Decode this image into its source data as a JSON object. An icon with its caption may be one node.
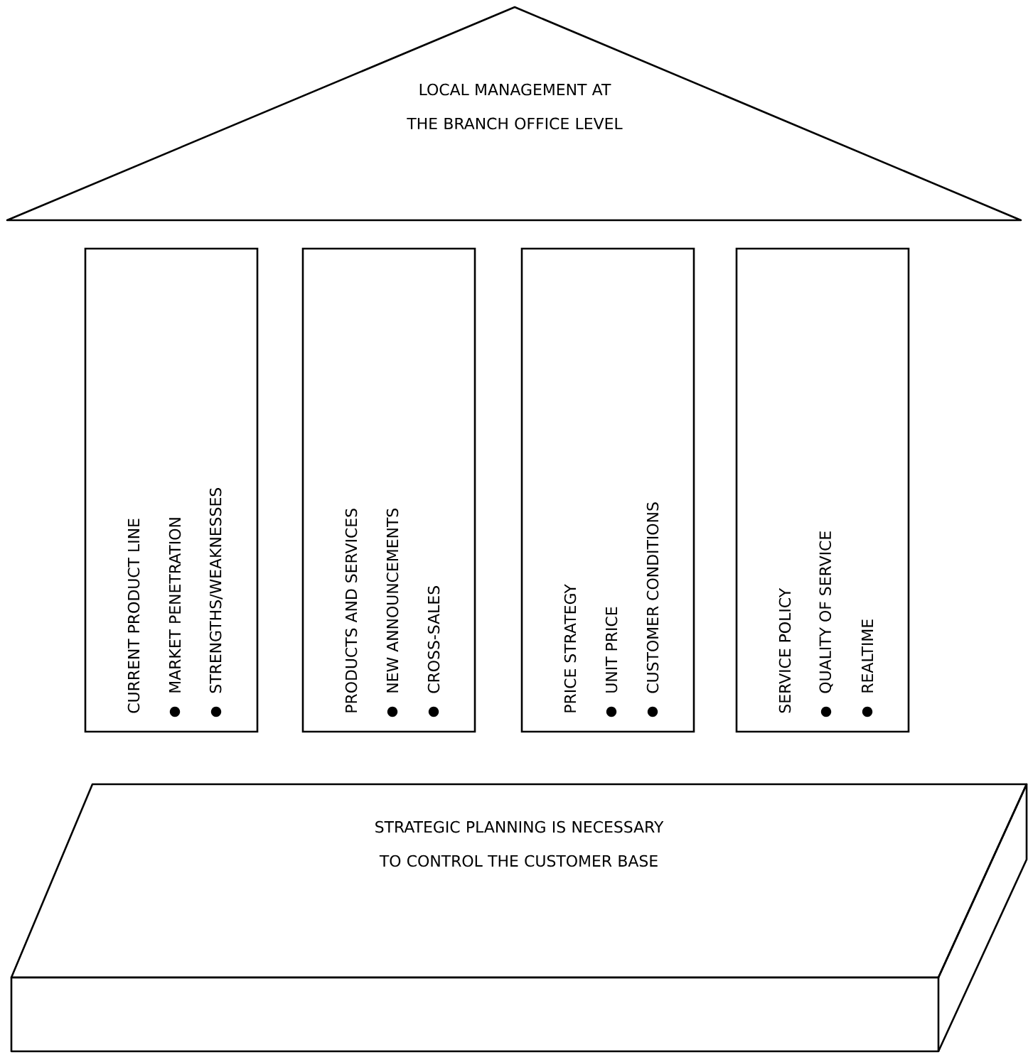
{
  "diagram": {
    "nodes": [
      {
        "text": [
          "LOCAL MANAGEMENT AT THE BRANCH OFFICE LEVEL"
        ]
      },
      {
        "text": [
          "CURRENT PRODUCT LINE",
          "MARKET PENETRATION",
          "STRENGTHS/WEAKNESSES"
        ]
      },
      {
        "text": [
          "PRODUCTS AND SERVICES",
          "NEW ANNOUNCEMENTS",
          "CROSS-SALES"
        ]
      },
      {
        "text": [
          "PRICE STRATEGY",
          "UNIT PRICE",
          "CUSTOMER CONDITIONS"
        ]
      },
      {
        "text": [
          "SERVICE POLICY",
          "QUALITY OF SERVICE",
          "REALTIME"
        ]
      },
      {
        "text": [
          "STRATEGIC PLANNING IS NECESSARY TO CONTROL THE CUSTOMER BASE"
        ]
      }
    ]
  }
}
